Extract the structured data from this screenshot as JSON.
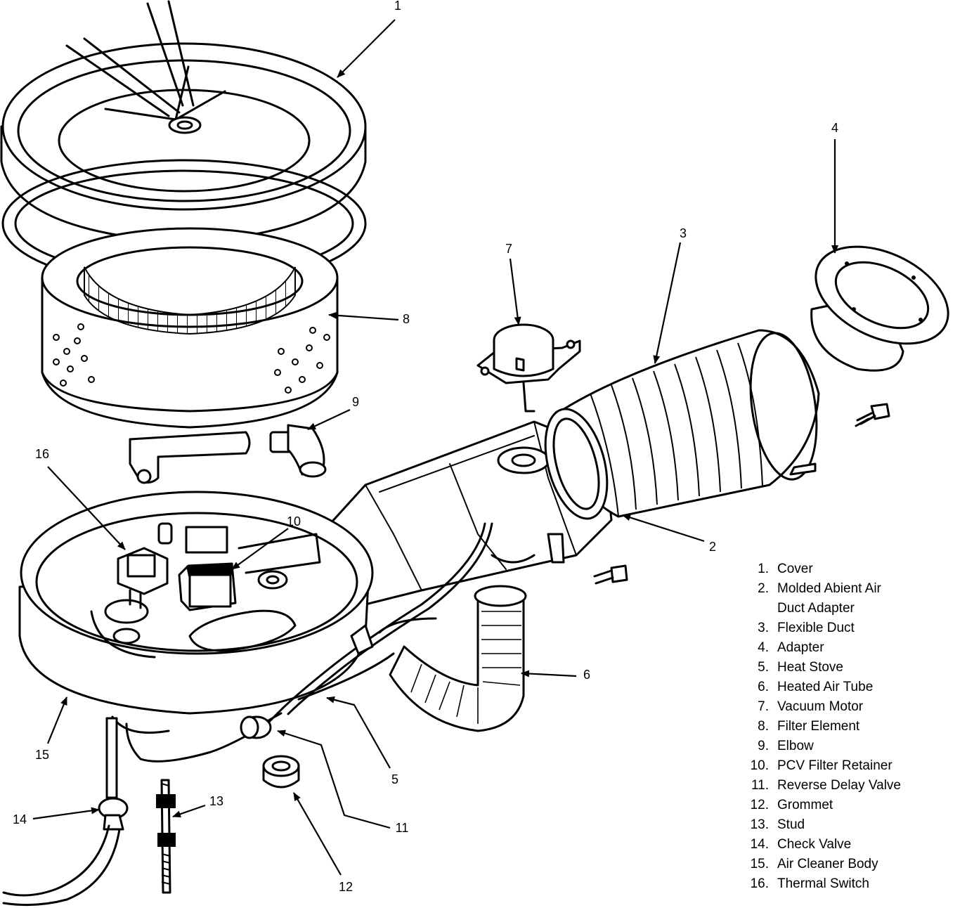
{
  "callouts": [
    {
      "id": "1",
      "label": "1"
    },
    {
      "id": "2",
      "label": "2"
    },
    {
      "id": "3",
      "label": "3"
    },
    {
      "id": "4",
      "label": "4"
    },
    {
      "id": "5",
      "label": "5"
    },
    {
      "id": "6",
      "label": "6"
    },
    {
      "id": "7",
      "label": "7"
    },
    {
      "id": "8",
      "label": "8"
    },
    {
      "id": "9",
      "label": "9"
    },
    {
      "id": "10",
      "label": "10"
    },
    {
      "id": "11",
      "label": "11"
    },
    {
      "id": "12",
      "label": "12"
    },
    {
      "id": "13",
      "label": "13"
    },
    {
      "id": "14",
      "label": "14"
    },
    {
      "id": "15",
      "label": "15"
    },
    {
      "id": "16",
      "label": "16"
    }
  ],
  "legend": [
    {
      "num": "1.",
      "name": "Cover"
    },
    {
      "num": "2.",
      "name": "Molded Abient Air"
    },
    {
      "num": "",
      "name": "Duct Adapter"
    },
    {
      "num": "3.",
      "name": "Flexible Duct"
    },
    {
      "num": "4.",
      "name": "Adapter"
    },
    {
      "num": "5.",
      "name": "Heat Stove"
    },
    {
      "num": "6.",
      "name": "Heated Air Tube"
    },
    {
      "num": "7.",
      "name": "Vacuum Motor"
    },
    {
      "num": "8.",
      "name": "Filter Element"
    },
    {
      "num": "9.",
      "name": "Elbow"
    },
    {
      "num": "10.",
      "name": "PCV Filter Retainer"
    },
    {
      "num": "11.",
      "name": "Reverse Delay Valve"
    },
    {
      "num": "12.",
      "name": "Grommet"
    },
    {
      "num": "13.",
      "name": "Stud"
    },
    {
      "num": "14.",
      "name": "Check Valve"
    },
    {
      "num": "15.",
      "name": "Air Cleaner Body"
    },
    {
      "num": "16.",
      "name": "Thermal Switch"
    }
  ]
}
